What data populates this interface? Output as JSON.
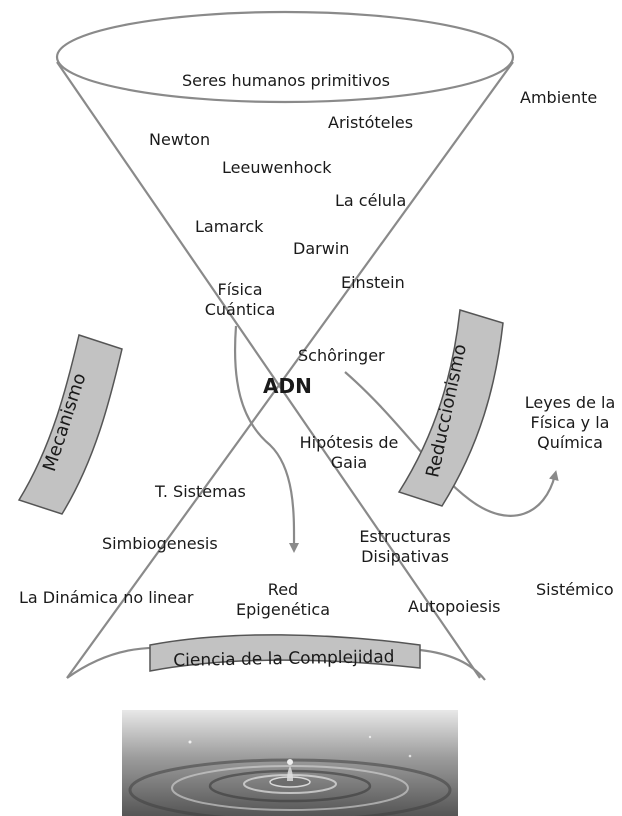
{
  "labels": {
    "primitive_humans": "Seres humanos primitivos",
    "environment": "Ambiente",
    "newton": "Newton",
    "aristotle": "Aristóteles",
    "leeuwenhoek": "Leeuwenhock",
    "cell": "La célula",
    "lamarck": "Lamarck",
    "darwin": "Darwin",
    "einstein": "Einstein",
    "quantum_1": "Física",
    "quantum_2": "Cuántica",
    "schroedinger": "Schôringer",
    "dna": "ADN",
    "gaia_1": "Hipótesis de",
    "gaia_2": "Gaia",
    "laws_1": "Leyes de la",
    "laws_2": "Física y la",
    "laws_3": "Química",
    "systems": "T. Sistemas",
    "symbiogenesis": "Simbiogenesis",
    "structures_1": "Estructuras",
    "structures_2": "Disipativas",
    "nonlinear": "La Dinámica no linear",
    "network_1": "Red",
    "network_2": "Epigenética",
    "autopoiesis": "Autopoiesis",
    "systemic": "Sistémico",
    "mechanism": "Mecanismo",
    "reductionism": "Reduccionismo",
    "complexity": "Ciencia de la Complejidad"
  },
  "colors": {
    "line": "#8a8a8a",
    "banner_fill": "#c2c2c2",
    "banner_stroke": "#555555",
    "text": "#1a1a1a"
  },
  "image": {
    "subject": "water-drop-ripple-photo"
  }
}
